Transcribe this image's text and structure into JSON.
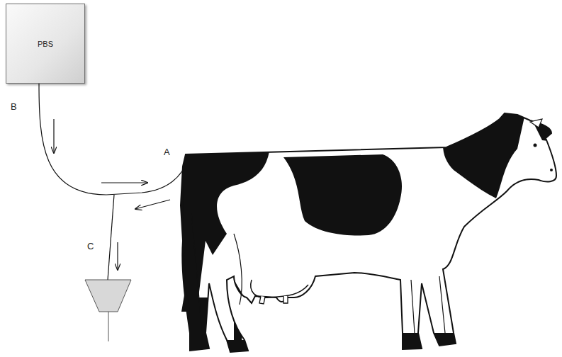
{
  "diagram": {
    "nodes": [
      {
        "text": [
          "PBS"
        ]
      }
    ],
    "labels": [
      "B",
      "A",
      "C"
    ]
  }
}
